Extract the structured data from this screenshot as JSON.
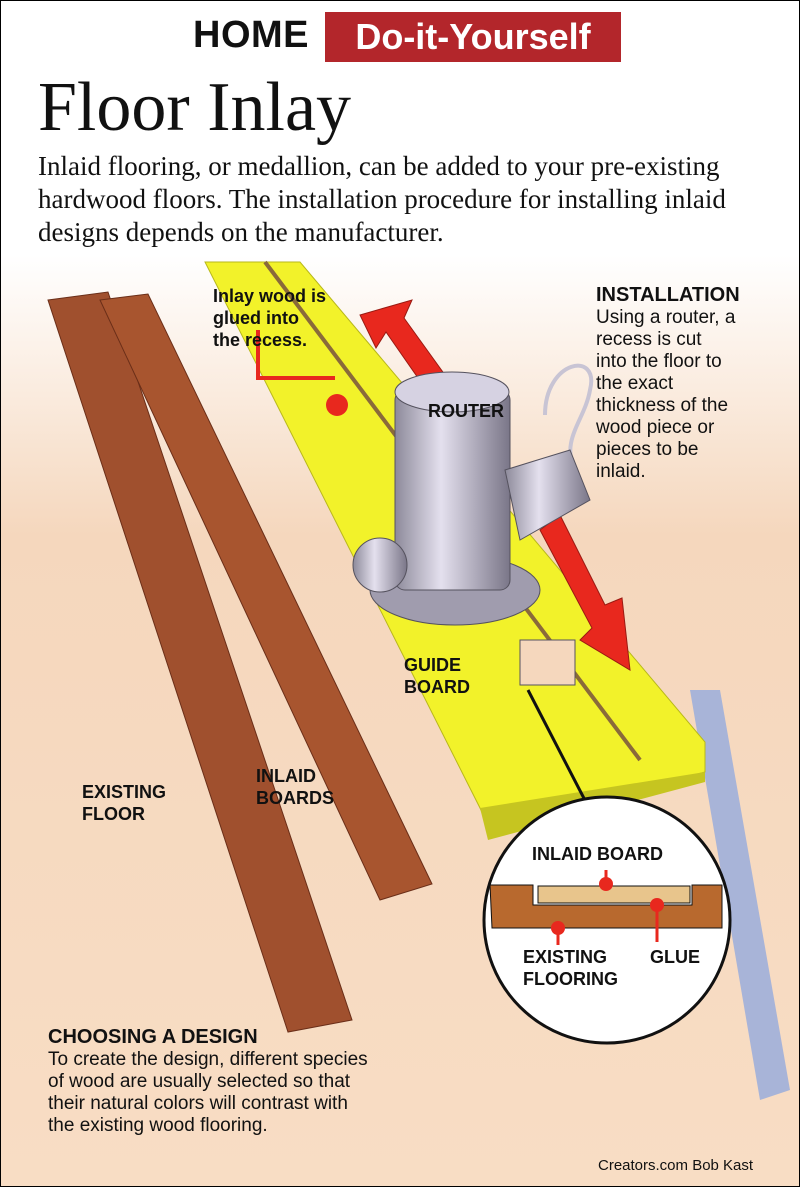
{
  "header": {
    "section": "HOME",
    "banner": "Do-it-Yourself"
  },
  "title": "Floor Inlay",
  "intro": "Inlaid flooring, or medallion, can be added to your pre-existing hardwood floors. The installation procedure for installing inlaid designs depends on the manufacturer.",
  "labels": {
    "inlay_glued": [
      "Inlay wood is",
      "glued into",
      "the recess."
    ],
    "router": "ROUTER",
    "guide_board": [
      "GUIDE",
      "BOARD"
    ],
    "existing_floor": [
      "EXISTING",
      "FLOOR"
    ],
    "inlaid_boards": [
      "INLAID",
      "BOARDS"
    ]
  },
  "installation": {
    "heading": "INSTALLATION",
    "text": [
      "Using a router, a",
      "recess is cut",
      "into the floor to",
      "the exact",
      "thickness of the",
      "wood piece or",
      "pieces to be",
      "inlaid."
    ]
  },
  "detail": {
    "inlaid_board": "INLAID BOARD",
    "existing_flooring": [
      "EXISTING",
      "FLOORING"
    ],
    "glue": "GLUE"
  },
  "design": {
    "heading": "CHOOSING A DESIGN",
    "text": [
      "To create the design, different species",
      "of wood are usually selected so that",
      "their natural colors will contrast with",
      "the existing wood flooring."
    ]
  },
  "credit": "Creators.com Bob Kast",
  "colors": {
    "banner": "#b3262b",
    "guide": "#f2f22a",
    "arrow": "#e8281e",
    "wood": "#a0502e"
  }
}
